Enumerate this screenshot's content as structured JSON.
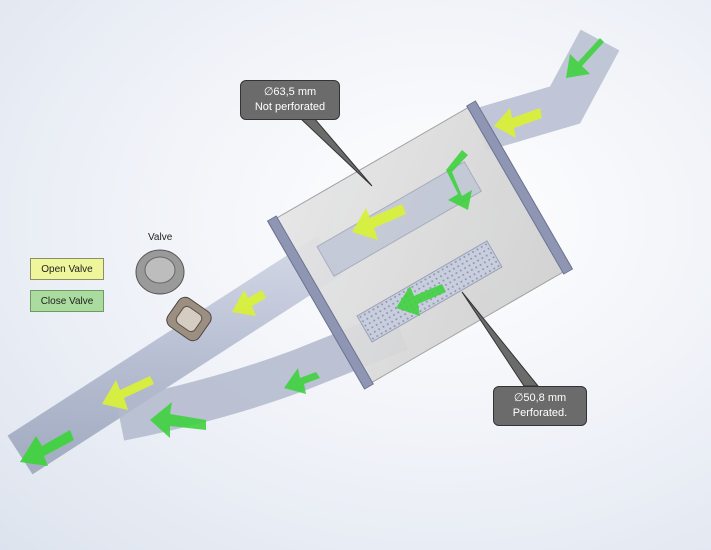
{
  "legend": {
    "open_valve": "Open Valve",
    "close_valve": "Close Valve",
    "open_color": "#eef59a",
    "close_color": "#a9dc9e"
  },
  "labels": {
    "valve": "Valve"
  },
  "callouts": {
    "top": {
      "line1": "∅63,5 mm",
      "line2": "Not perforated"
    },
    "bottom": {
      "line1": "∅50,8 mm",
      "line2": "Perforated."
    }
  },
  "flow_colors": {
    "open_arrow": "#d8ef3a",
    "close_arrow": "#3fd23f"
  }
}
